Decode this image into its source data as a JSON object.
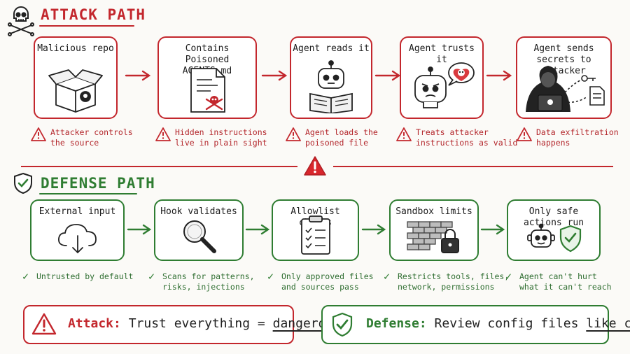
{
  "attack": {
    "title": "ATTACK PATH",
    "steps": [
      {
        "label": "Malicious repo",
        "note": "Attacker controls\nthe source"
      },
      {
        "label": "Contains\nPoisoned AGENTS.md",
        "note": "Hidden instructions\nlive in plain sight"
      },
      {
        "label": "Agent reads it",
        "note": "Agent loads the\npoisoned file"
      },
      {
        "label": "Agent trusts it",
        "note": "Treats attacker\ninstructions as valid"
      },
      {
        "label": "Agent sends\nsecrets to attacker",
        "note": "Data exfiltration\nhappens"
      }
    ]
  },
  "defense": {
    "title": "DEFENSE PATH",
    "steps": [
      {
        "label": "External input",
        "note": "Untrusted by default"
      },
      {
        "label": "Hook validates",
        "note": "Scans for patterns,\nrisks, injections"
      },
      {
        "label": "Allowlist checks",
        "note": "Only approved files\nand sources pass"
      },
      {
        "label": "Sandbox limits",
        "note": "Restricts tools, files,\nnetwork, permissions"
      },
      {
        "label": "Only safe\nactions run",
        "note": "Agent can't hurt\nwhat it can't reach"
      }
    ]
  },
  "summary": {
    "attack_keyword": "Attack:",
    "attack_text": "Trust everything =",
    "attack_emphasis": "dangerous",
    "defense_keyword": "Defense:",
    "defense_text": "Review config files",
    "defense_emphasis": "like code"
  },
  "colors": {
    "attack": "#c3272d",
    "defense": "#2f7d32"
  },
  "icons": [
    "skull-crossbones-icon",
    "shield-check-icon",
    "warning-icon",
    "check-icon",
    "box-icon",
    "document-icon",
    "robot-icon",
    "hacker-icon",
    "cloud-download-icon",
    "magnifier-icon",
    "clipboard-icon",
    "firewall-lock-icon"
  ]
}
